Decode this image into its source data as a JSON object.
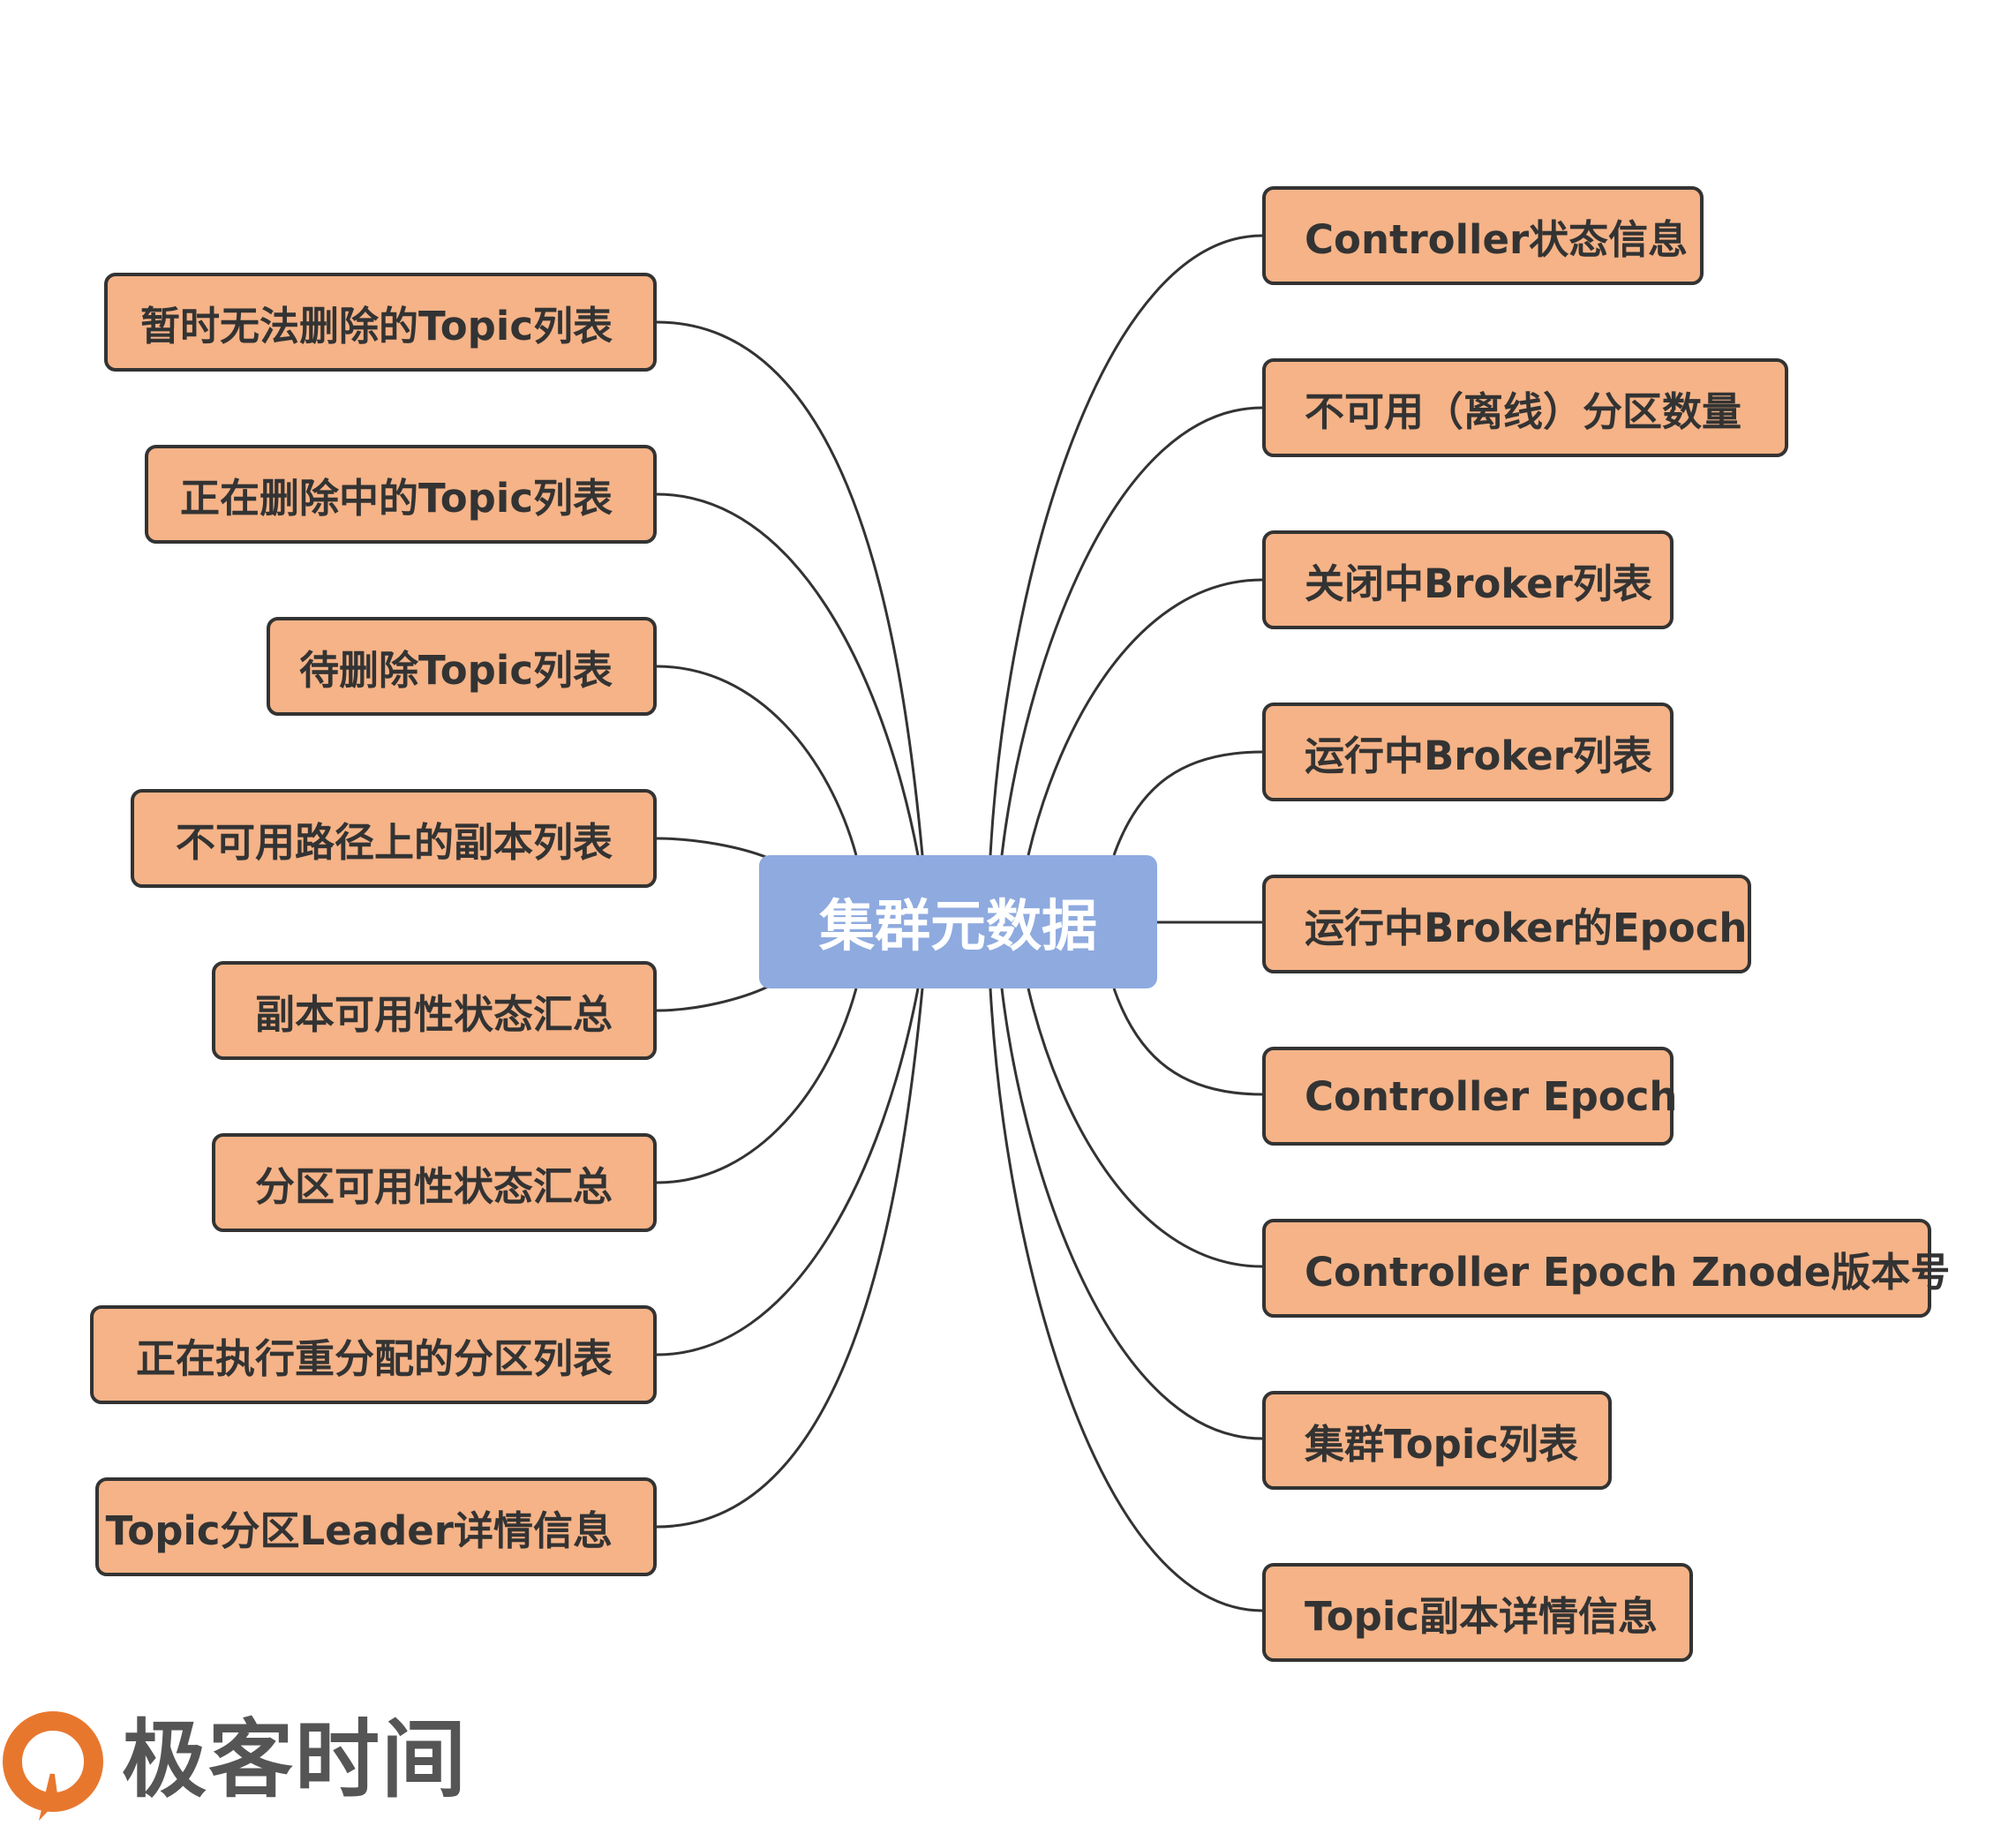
{
  "center": {
    "label": "集群元数据"
  },
  "left_nodes": [
    "暂时无法删除的Topic列表",
    "正在删除中的Topic列表",
    "待删除Topic列表",
    "不可用路径上的副本列表",
    "副本可用性状态汇总",
    "分区可用性状态汇总",
    "正在执行重分配的分区列表",
    "Topic分区Leader详情信息"
  ],
  "right_nodes": [
    "Controller状态信息",
    "不可用（离线）分区数量",
    "关闭中Broker列表",
    "运行中Broker列表",
    "运行中Broker的Epoch",
    "Controller Epoch",
    "Controller Epoch Znode版本号",
    "集群Topic列表",
    "Topic副本详情信息"
  ],
  "logo": {
    "text": "极客时间",
    "icon": "geektime-logo-icon"
  },
  "colors": {
    "node_fill": "#f5b387",
    "node_border": "#333333",
    "center_fill": "#8eaadf",
    "logo_orange": "#e8772e"
  }
}
